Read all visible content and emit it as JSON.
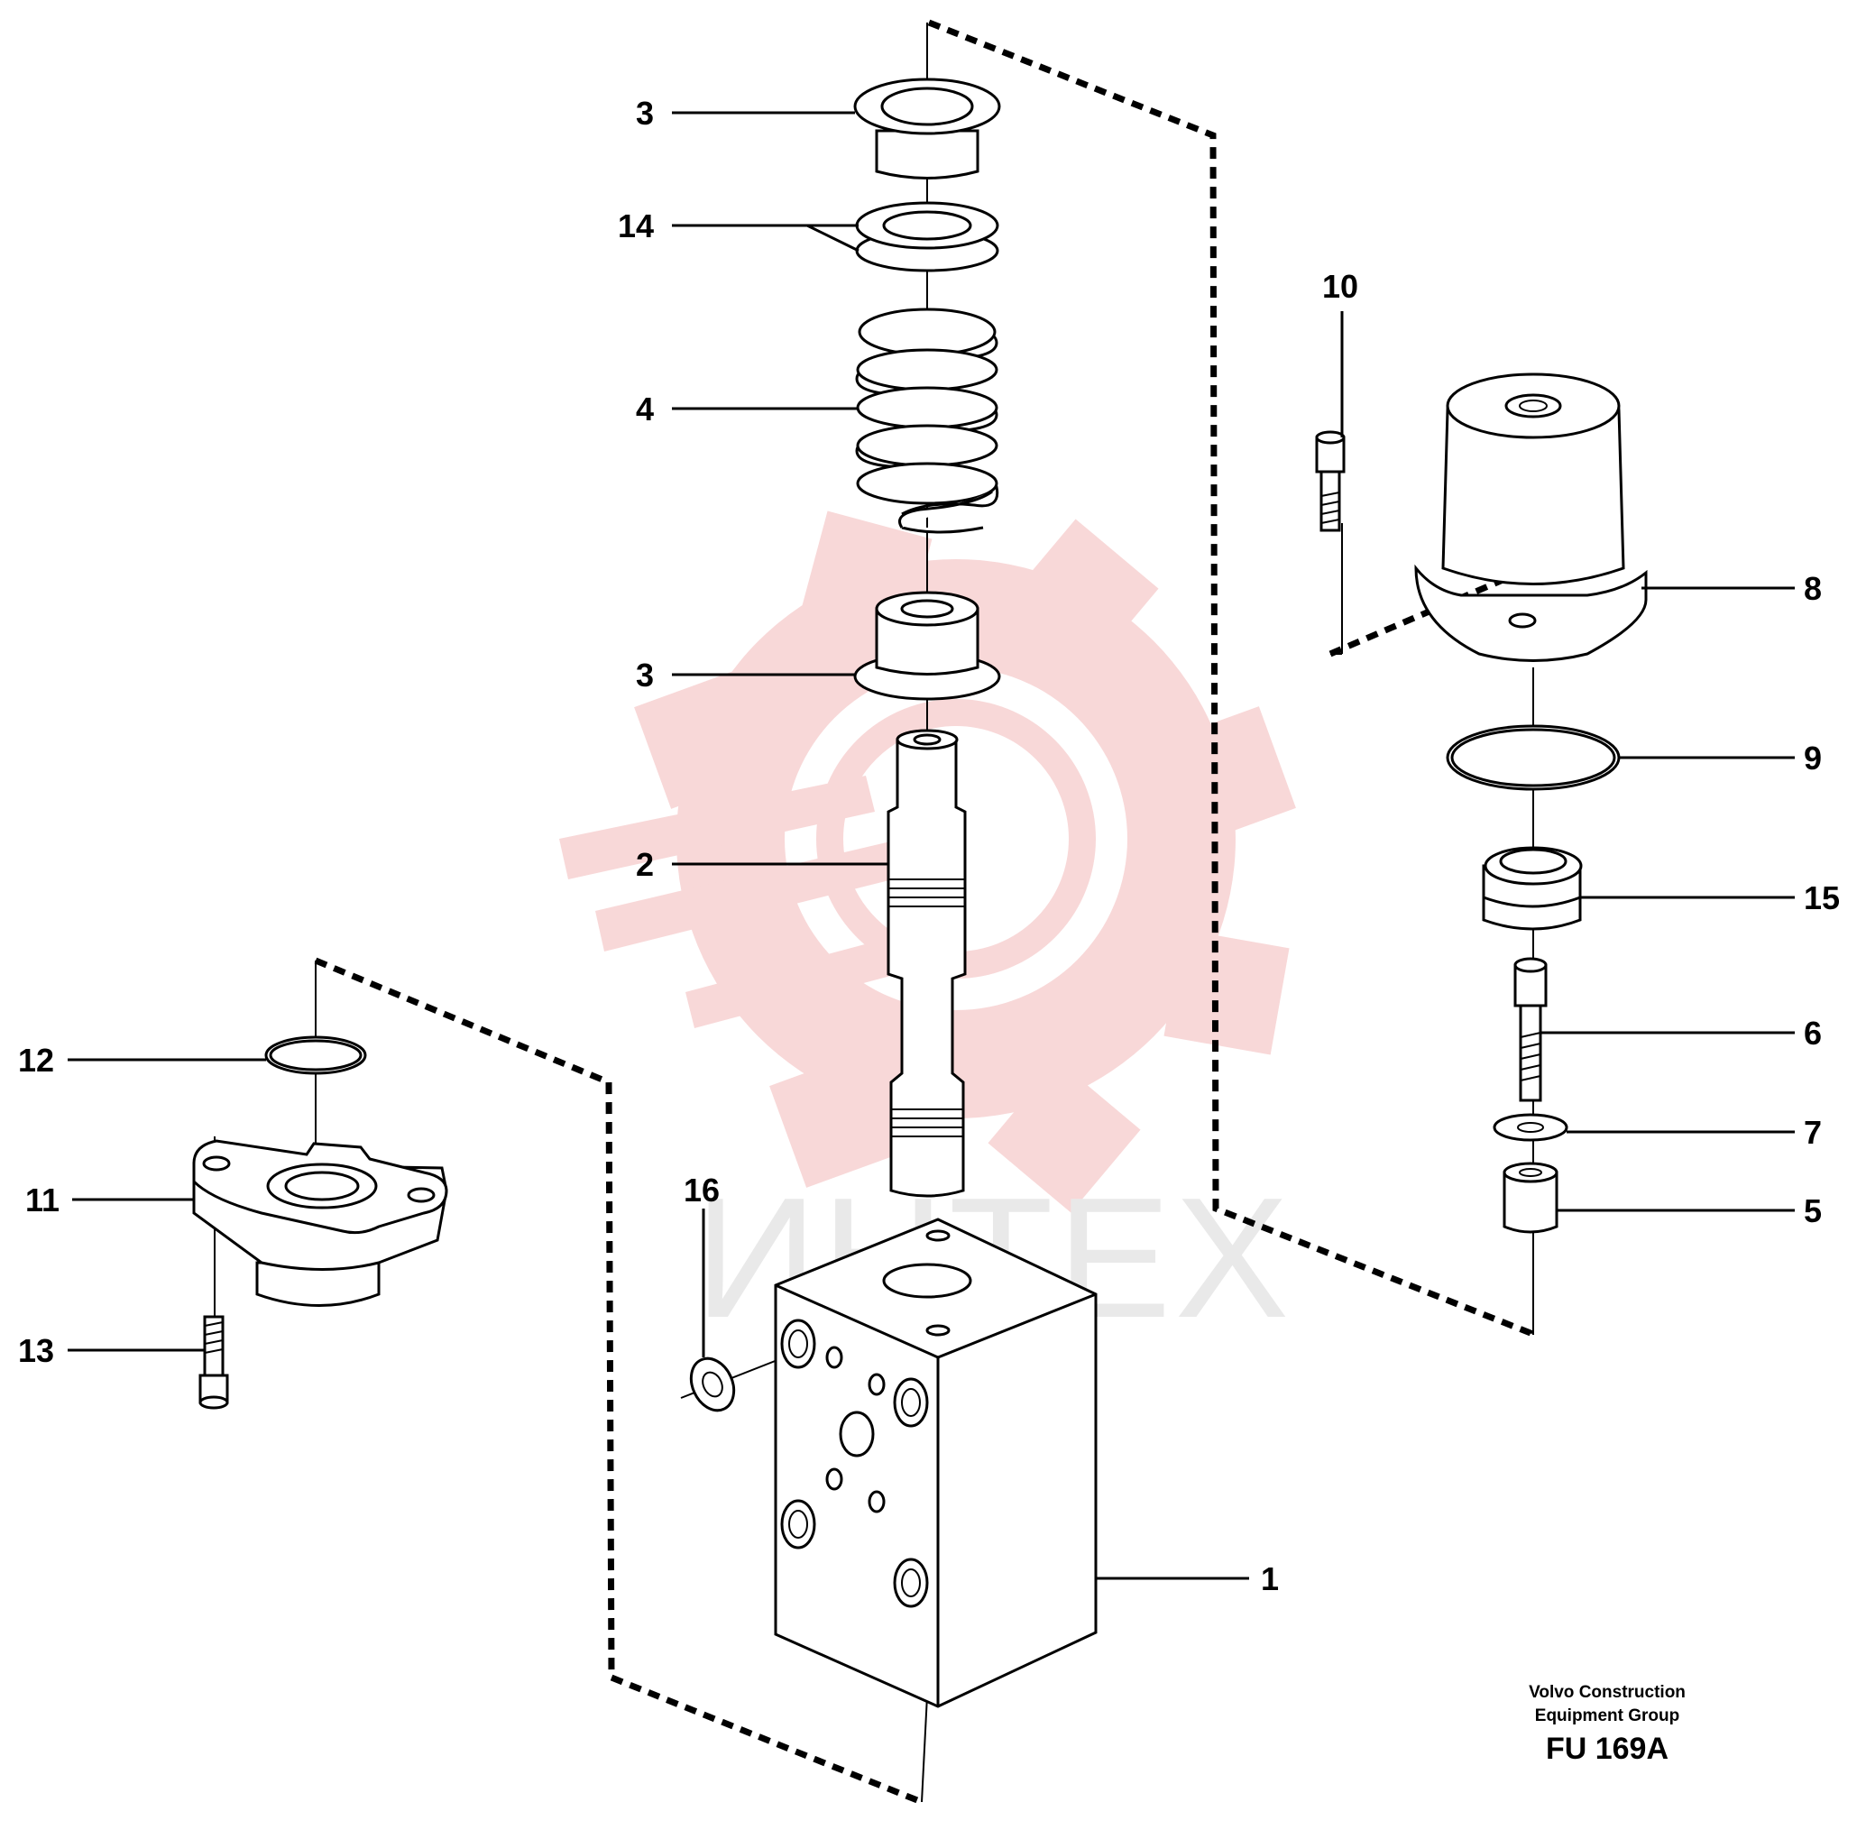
{
  "callouts": [
    {
      "id": "c3top",
      "text": "3"
    },
    {
      "id": "c14",
      "text": "14"
    },
    {
      "id": "c4",
      "text": "4"
    },
    {
      "id": "c3mid",
      "text": "3"
    },
    {
      "id": "c2",
      "text": "2"
    },
    {
      "id": "c10",
      "text": "10"
    },
    {
      "id": "c8",
      "text": "8"
    },
    {
      "id": "c9",
      "text": "9"
    },
    {
      "id": "c15",
      "text": "15"
    },
    {
      "id": "c6",
      "text": "6"
    },
    {
      "id": "c7",
      "text": "7"
    },
    {
      "id": "c5",
      "text": "5"
    },
    {
      "id": "c12",
      "text": "12"
    },
    {
      "id": "c11",
      "text": "11"
    },
    {
      "id": "c13",
      "text": "13"
    },
    {
      "id": "c16",
      "text": "16"
    },
    {
      "id": "c1",
      "text": "1"
    }
  ],
  "caption": {
    "line1": "Volvo Construction",
    "line2": "Equipment Group",
    "code": "FU 169A"
  },
  "watermark": {
    "text": "ИНТЕХ",
    "color": "#f2b8b8"
  }
}
